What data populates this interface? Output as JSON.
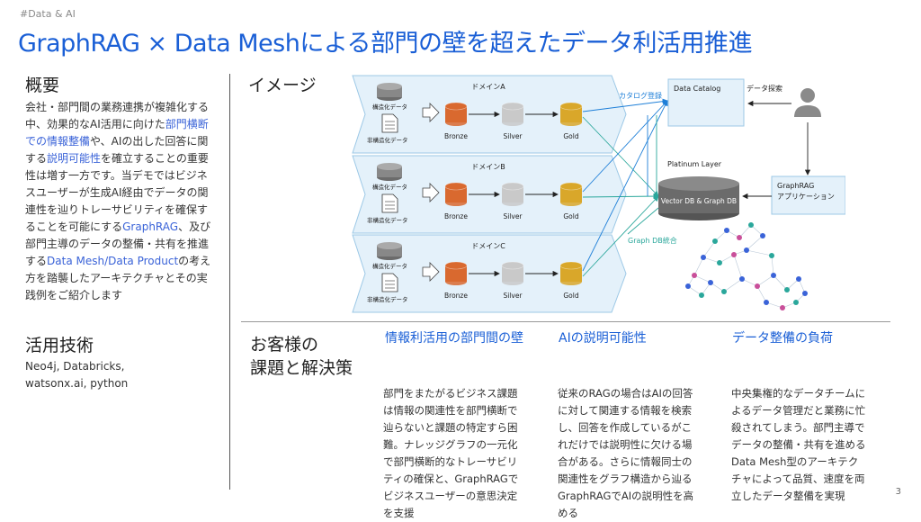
{
  "header": {
    "tag": "#Data & AI",
    "title": "GraphRAG × Data Meshによる部門の壁を超えたデータ利活用推進"
  },
  "overview": {
    "heading": "概要",
    "segments": [
      {
        "text": "会社・部門間の業務連携が複雑化する中、効果的なAI活用に向けた",
        "hl": false
      },
      {
        "text": "部門横断での情報整備",
        "hl": true
      },
      {
        "text": "や、AIの出した回答に関する",
        "hl": false
      },
      {
        "text": "説明可能性",
        "hl": true
      },
      {
        "text": "を確立することの重要性は増す一方です。当デモではビジネスユーザーが生成AI経由でデータの関連性を辿りトレーサビリティを確保することを可能にする",
        "hl": false
      },
      {
        "text": "GraphRAG",
        "hl": true
      },
      {
        "text": "、及び部門主導のデータの整備・共有を推進する",
        "hl": false
      },
      {
        "text": "Data Mesh/Data Product",
        "hl": true
      },
      {
        "text": "の考え方を踏襲したアーキテクチャとその実践例をご紹介します",
        "hl": false
      }
    ]
  },
  "tech": {
    "heading": "活用技術",
    "lines": [
      "Neo4j, Databricks,",
      "watsonx.ai, python"
    ]
  },
  "image_section": {
    "heading": "イメージ"
  },
  "diagram": {
    "domains": [
      {
        "name": "ドメインA",
        "structured": "構造化データ",
        "unstructured": "非構造化データ",
        "bronze": "Bronze",
        "silver": "Silver",
        "gold": "Gold"
      },
      {
        "name": "ドメインB",
        "structured": "構造化データ",
        "unstructured": "非構造化データ",
        "bronze": "Bronze",
        "silver": "Silver",
        "gold": "Gold"
      },
      {
        "name": "ドメインC",
        "structured": "構造化データ",
        "unstructured": "非構造化データ",
        "bronze": "Bronze",
        "silver": "Silver",
        "gold": "Gold"
      }
    ],
    "catalog_register": "カタログ登録",
    "data_catalog": "Data Catalog",
    "data_search": "データ探索",
    "platinum_layer": "Platinum Layer",
    "vector_graph_db": "Vector DB & Graph DB",
    "graphrag_app_line1": "GraphRAG",
    "graphrag_app_line2": "アプリケーション",
    "graph_db_integration": "Graph DB統合",
    "colors": {
      "domain_fill": "#e4f1fa",
      "domain_stroke": "#9cc8e6",
      "bronze": "#d9692f",
      "silver": "#c9c9c9",
      "gold": "#d9a72a",
      "db_gray": "#6b6b6b",
      "catalog_fill": "#e4f1fa",
      "link_blue": "#1e7fd8",
      "link_teal": "#2aa79b"
    }
  },
  "challenges": {
    "heading_line1": "お客様の",
    "heading_line2": "課題と解決策",
    "columns": [
      {
        "title": "情報利活用の部門間の壁",
        "lines": [
          "部門をまたがるビジネス課題",
          "は情報の関連性を部門横断で",
          "辿らないと課題の特定すら困",
          "難。ナレッジグラフの一元化",
          "で部門横断的なトレーサビリ",
          "ティの確保と、GraphRAGで",
          "ビジネスユーザーの意思決定",
          "を支援"
        ]
      },
      {
        "title": "AIの説明可能性",
        "lines": [
          "従来のRAGの場合はAIの回答",
          "に対して関連する情報を検索",
          "し、回答を作成しているがこ",
          "れだけでは説明性に欠ける場",
          "合がある。さらに情報同士の",
          "関連性をグラフ構造から辿る",
          "GraphRAGでAIの説明性を高",
          "める"
        ]
      },
      {
        "title": "データ整備の負荷",
        "lines": [
          "中央集権的なデータチームに",
          "よるデータ管理だと業務に忙",
          "殺されてしまう。部門主導で",
          "データの整備・共有を進める",
          "Data Mesh型のアーキテク",
          "チャによって品質、速度を両",
          "立したデータ整備を実現"
        ]
      }
    ]
  },
  "page_number": "3"
}
